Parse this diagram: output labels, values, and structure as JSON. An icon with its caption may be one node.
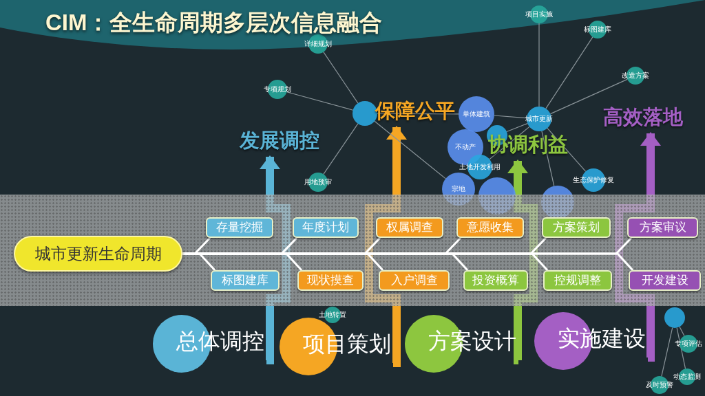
{
  "diagram": {
    "title": "CIM：全生命周期多层次信息融合",
    "nodes": [
      {
        "text": [
          "城市更新生命周期"
        ]
      },
      {
        "text": [
          "存量挖掘"
        ]
      },
      {
        "text": [
          "年度计划"
        ]
      },
      {
        "text": [
          "权属调查"
        ]
      },
      {
        "text": [
          "意愿收集"
        ]
      },
      {
        "text": [
          "方案策划"
        ]
      },
      {
        "text": [
          "方案审议"
        ]
      },
      {
        "text": [
          "标图建库"
        ]
      },
      {
        "text": [
          "现状摸查"
        ]
      },
      {
        "text": [
          "入户调查"
        ]
      },
      {
        "text": [
          "投资概算"
        ]
      },
      {
        "text": [
          "控规调整"
        ]
      },
      {
        "text": [
          "开发建设"
        ]
      },
      {
        "text": [
          "总体调控"
        ]
      },
      {
        "text": [
          "项目策划"
        ]
      },
      {
        "text": [
          "方案设计"
        ]
      },
      {
        "text": [
          "实施建设"
        ]
      },
      {
        "text": [
          "发展调控"
        ]
      },
      {
        "text": [
          "保障公平"
        ]
      },
      {
        "text": [
          "协调利益"
        ]
      },
      {
        "text": [
          "高效落地"
        ]
      },
      {
        "text": [
          "详细规划"
        ]
      },
      {
        "text": [
          "专项规划"
        ]
      },
      {
        "text": [],
        "shape": "circle"
      },
      {
        "text": [
          "用地预审"
        ]
      },
      {
        "text": [
          "单体建筑"
        ]
      },
      {
        "text": [
          "不动产"
        ]
      },
      {
        "text": [
          "土地开发利用"
        ]
      },
      {
        "text": [
          "宗地"
        ]
      },
      {
        "text": [],
        "shape": "circle"
      },
      {
        "text": [],
        "shape": "circle"
      },
      {
        "text": [
          "项目实施"
        ]
      },
      {
        "text": [
          "标图建库"
        ]
      },
      {
        "text": [
          "改造方案"
        ]
      },
      {
        "text": [
          "城市更新"
        ]
      },
      {
        "text": [
          "生态保护修复"
        ]
      },
      {
        "text": [],
        "shape": "circle"
      },
      {
        "text": [
          "土地转置"
        ]
      },
      {
        "text": [
          "专项评估"
        ]
      },
      {
        "text": [
          "及时预警"
        ]
      },
      {
        "text": [
          "动态监测"
        ]
      },
      {
        "text": [],
        "shape": "circle"
      }
    ],
    "edges": [
      {
        "from": 1,
        "to": 0,
        "arrow": "none",
        "style": "thick",
        "color": "#ffffff"
      },
      {
        "from": 2,
        "to": 0,
        "arrow": "none",
        "style": "thick",
        "color": "#ffffff"
      },
      {
        "from": 3,
        "to": 0,
        "arrow": "none",
        "style": "thick",
        "color": "#ffffff"
      },
      {
        "from": 4,
        "to": 0,
        "arrow": "none",
        "style": "thick",
        "color": "#ffffff"
      },
      {
        "from": 5,
        "to": 0,
        "arrow": "none",
        "style": "thick",
        "color": "#ffffff"
      },
      {
        "from": 6,
        "to": 0,
        "arrow": "none",
        "style": "thick",
        "color": "#ffffff"
      },
      {
        "from": 7,
        "to": 0,
        "arrow": "none",
        "style": "thick",
        "color": "#ffffff"
      },
      {
        "from": 8,
        "to": 0,
        "arrow": "none",
        "style": "thick",
        "color": "#ffffff"
      },
      {
        "from": 9,
        "to": 0,
        "arrow": "none",
        "style": "thick",
        "color": "#ffffff"
      },
      {
        "from": 10,
        "to": 0,
        "arrow": "none",
        "style": "thick",
        "color": "#ffffff"
      },
      {
        "from": 11,
        "to": 0,
        "arrow": "none",
        "style": "thick",
        "color": "#ffffff"
      },
      {
        "from": 12,
        "to": 0,
        "arrow": "none",
        "style": "thick",
        "color": "#ffffff"
      },
      {
        "from": 13,
        "to": 17,
        "arrow": "to",
        "style": "thick",
        "color": "#5ab4d6"
      },
      {
        "from": 14,
        "to": 18,
        "arrow": "to",
        "style": "thick",
        "color": "#f5a623"
      },
      {
        "from": 15,
        "to": 19,
        "arrow": "to",
        "style": "thick",
        "color": "#8dc63f"
      },
      {
        "from": 16,
        "to": 20,
        "arrow": "to",
        "style": "thick",
        "color": "#a45fc4"
      },
      {
        "from": 23,
        "to": 21,
        "arrow": "none"
      },
      {
        "from": 23,
        "to": 22,
        "arrow": "none"
      },
      {
        "from": 23,
        "to": 24,
        "arrow": "none"
      },
      {
        "from": 23,
        "to": 25,
        "arrow": "none"
      },
      {
        "from": 23,
        "to": 28,
        "arrow": "none"
      },
      {
        "from": 34,
        "to": 31,
        "arrow": "none"
      },
      {
        "from": 34,
        "to": 32,
        "arrow": "none"
      },
      {
        "from": 34,
        "to": 33,
        "arrow": "none"
      },
      {
        "from": 34,
        "to": 25,
        "arrow": "none"
      },
      {
        "from": 34,
        "to": 36,
        "arrow": "none"
      },
      {
        "from": 34,
        "to": 27,
        "arrow": "none"
      },
      {
        "from": 34,
        "to": 30,
        "arrow": "none"
      },
      {
        "from": 34,
        "to": 35,
        "arrow": "none"
      },
      {
        "from": 41,
        "to": 38,
        "arrow": "none"
      },
      {
        "from": 41,
        "to": 39,
        "arrow": "none"
      },
      {
        "from": 41,
        "to": 40,
        "arrow": "none"
      }
    ]
  }
}
